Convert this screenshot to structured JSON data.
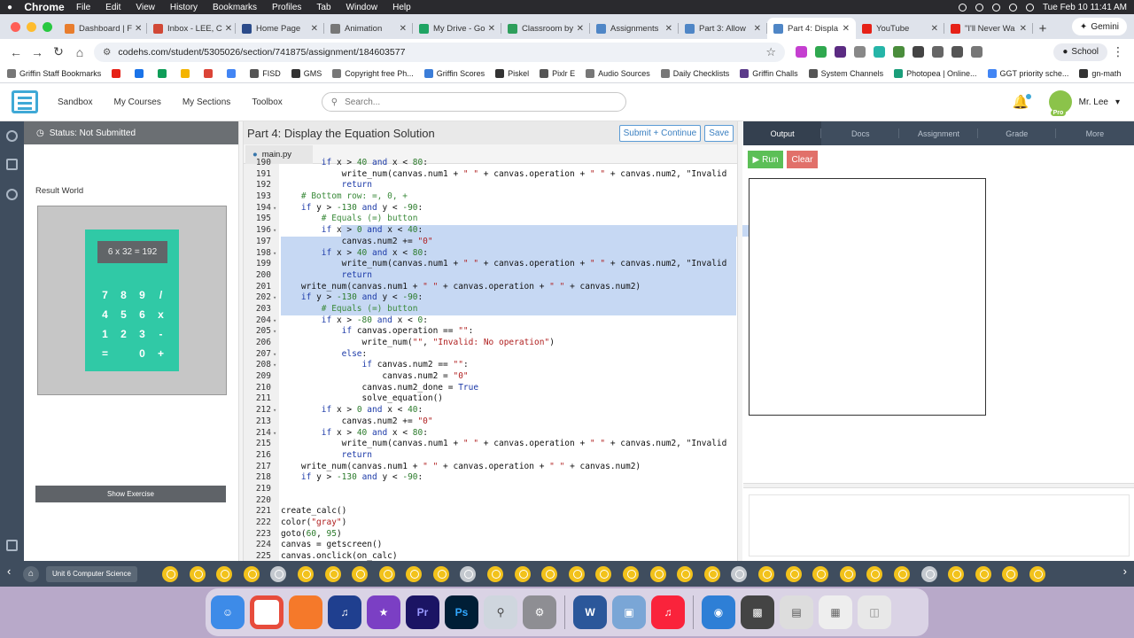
{
  "menubar": {
    "app": "Chrome",
    "items": [
      "File",
      "Edit",
      "View",
      "History",
      "Bookmarks",
      "Profiles",
      "Tab",
      "Window",
      "Help"
    ],
    "datetime": "Tue Feb 10  11:41 AM"
  },
  "tabs": [
    {
      "label": "Dashboard | F",
      "color": "#e87d2d"
    },
    {
      "label": "Inbox - LEE, C",
      "color": "#d14836"
    },
    {
      "label": "Home Page",
      "color": "#2b4b8a"
    },
    {
      "label": "Animation",
      "color": "#777777"
    },
    {
      "label": "My Drive - Go",
      "color": "#1fa463"
    },
    {
      "label": "Classroom by",
      "color": "#2e9e5b"
    },
    {
      "label": "Assignments",
      "color": "#4f86c6"
    },
    {
      "label": "Part 3: Allow",
      "color": "#4f86c6"
    },
    {
      "label": "Part 4: Displa",
      "color": "#4f86c6",
      "active": true
    },
    {
      "label": "YouTube",
      "color": "#e62117"
    },
    {
      "label": "\"I'll Never Wa",
      "color": "#e62117"
    }
  ],
  "gemini": "Gemini",
  "url": "codehs.com/student/5305026/section/741875/assignment/184603577",
  "school": "School",
  "bookmarks": [
    {
      "label": "Griffin Staff Bookmarks",
      "color": "#777"
    },
    {
      "label": "",
      "color": "#e62117"
    },
    {
      "label": "",
      "color": "#1a73e8"
    },
    {
      "label": "",
      "color": "#0f9d58"
    },
    {
      "label": "",
      "color": "#f4b400"
    },
    {
      "label": "",
      "color": "#db4437"
    },
    {
      "label": "",
      "color": "#4285f4"
    },
    {
      "label": "FISD",
      "color": "#555"
    },
    {
      "label": "GMS",
      "color": "#333"
    },
    {
      "label": "Copyright free Ph...",
      "color": "#777"
    },
    {
      "label": "Griffin Scores",
      "color": "#3b7dd8"
    },
    {
      "label": "Piskel",
      "color": "#333"
    },
    {
      "label": "Pixlr E",
      "color": "#555"
    },
    {
      "label": "Audio Sources",
      "color": "#777"
    },
    {
      "label": "Daily Checklists",
      "color": "#777"
    },
    {
      "label": "Griffin Challs",
      "color": "#5b3b8a"
    },
    {
      "label": "System Channels",
      "color": "#555"
    },
    {
      "label": "Photopea | Online...",
      "color": "#1a9e7a"
    },
    {
      "label": "GGT priority sche...",
      "color": "#4285f4"
    },
    {
      "label": "gn-math",
      "color": "#333"
    }
  ],
  "site": {
    "nav": [
      "Sandbox",
      "My Courses",
      "My Sections",
      "Toolbox"
    ],
    "search_placeholder": "Search...",
    "user": "Mr. Lee",
    "pro": "Pro"
  },
  "status": "Status: Not Submitted",
  "result_world": "Result World",
  "calc": {
    "display": "6 x 32 = 192",
    "keys": [
      "7",
      "8",
      "9",
      "/",
      "4",
      "5",
      "6",
      "x",
      "1",
      "2",
      "3",
      "-",
      "=",
      "",
      "0",
      "+"
    ]
  },
  "show_exercise": "Show Exercise",
  "title": "Part 4: Display the Equation Solution",
  "submit_label": "Submit + Continue",
  "save_label": "Save",
  "file_tab": "main.py",
  "right_tabs": [
    "Output",
    "Docs",
    "Assignment",
    "Grade",
    "More"
  ],
  "run_label": "Run",
  "clear_label": "Clear",
  "unit_label": "Unit 6 Computer Science",
  "colors": {
    "accent": "#3fa9d6",
    "calc": "#30c9a6",
    "run": "#5cbf57",
    "clear": "#e1706a",
    "bulb": "#f2c21b"
  },
  "code": [
    {
      "n": "190",
      "t": "        if x > 40 and x < 80:",
      "f": ""
    },
    {
      "n": "191",
      "t": "            write_num(canvas.num1 + \" \" + canvas.operation + \" \" + canvas.num2, \"Invalid",
      "f": ""
    },
    {
      "n": "192",
      "t": "            return",
      "f": ""
    },
    {
      "n": "193",
      "t": "    # Bottom row: =, 0, +",
      "f": ""
    },
    {
      "n": "194",
      "t": "    if y > -130 and y < -90:",
      "f": "▾"
    },
    {
      "n": "195",
      "t": "        # Equals (=) button",
      "f": ""
    },
    {
      "n": "196",
      "t": "        if x > 0 and x < 40:",
      "f": "▾",
      "s": "part"
    },
    {
      "n": "197",
      "t": "            canvas.num2 += \"0\"",
      "f": "",
      "s": "full"
    },
    {
      "n": "198",
      "t": "        if x > 40 and x < 80:",
      "f": "▾",
      "s": "full"
    },
    {
      "n": "199",
      "t": "            write_num(canvas.num1 + \" \" + canvas.operation + \" \" + canvas.num2, \"Invalid",
      "f": "",
      "s": "full"
    },
    {
      "n": "200",
      "t": "            return",
      "f": "",
      "s": "full"
    },
    {
      "n": "201",
      "t": "    write_num(canvas.num1 + \" \" + canvas.operation + \" \" + canvas.num2)",
      "f": "",
      "s": "full"
    },
    {
      "n": "202",
      "t": "    if y > -130 and y < -90:",
      "f": "▾",
      "s": "full"
    },
    {
      "n": "203",
      "t": "        # Equals (=) button",
      "f": "",
      "s": "full"
    },
    {
      "n": "204",
      "t": "        if x > -80 and x < 0:",
      "f": "▾"
    },
    {
      "n": "205",
      "t": "            if canvas.operation == \"\":",
      "f": "▾"
    },
    {
      "n": "206",
      "t": "                write_num(\"\", \"Invalid: No operation\")",
      "f": ""
    },
    {
      "n": "207",
      "t": "            else:",
      "f": "▾"
    },
    {
      "n": "208",
      "t": "                if canvas.num2 == \"\":",
      "f": "▾"
    },
    {
      "n": "209",
      "t": "                    canvas.num2 = \"0\"",
      "f": ""
    },
    {
      "n": "210",
      "t": "                canvas.num2_done = True",
      "f": ""
    },
    {
      "n": "211",
      "t": "                solve_equation()",
      "f": ""
    },
    {
      "n": "212",
      "t": "        if x > 0 and x < 40:",
      "f": "▾"
    },
    {
      "n": "213",
      "t": "            canvas.num2 += \"0\"",
      "f": ""
    },
    {
      "n": "214",
      "t": "        if x > 40 and x < 80:",
      "f": "▾"
    },
    {
      "n": "215",
      "t": "            write_num(canvas.num1 + \" \" + canvas.operation + \" \" + canvas.num2, \"Invalid",
      "f": ""
    },
    {
      "n": "216",
      "t": "            return",
      "f": ""
    },
    {
      "n": "217",
      "t": "    write_num(canvas.num1 + \" \" + canvas.operation + \" \" + canvas.num2)",
      "f": ""
    },
    {
      "n": "218",
      "t": "    if y > -130 and y < -90:",
      "f": ""
    },
    {
      "n": "219",
      "t": "",
      "f": ""
    },
    {
      "n": "220",
      "t": "",
      "f": ""
    },
    {
      "n": "221",
      "t": "create_calc()",
      "f": ""
    },
    {
      "n": "222",
      "t": "color(\"gray\")",
      "f": ""
    },
    {
      "n": "223",
      "t": "goto(60, 95)",
      "f": ""
    },
    {
      "n": "224",
      "t": "canvas = getscreen()",
      "f": ""
    },
    {
      "n": "225",
      "t": "canvas.onclick(on_calc)",
      "f": ""
    }
  ],
  "bulbs": [
    "y",
    "y",
    "y",
    "y",
    "g",
    "y",
    "y",
    "y",
    "y",
    "y",
    "y",
    "g",
    "y",
    "y",
    "y",
    "y",
    "y",
    "y",
    "y",
    "y",
    "y",
    "g",
    "y",
    "y",
    "y",
    "y",
    "y",
    "y",
    "g",
    "y",
    "y",
    "y",
    "y"
  ]
}
